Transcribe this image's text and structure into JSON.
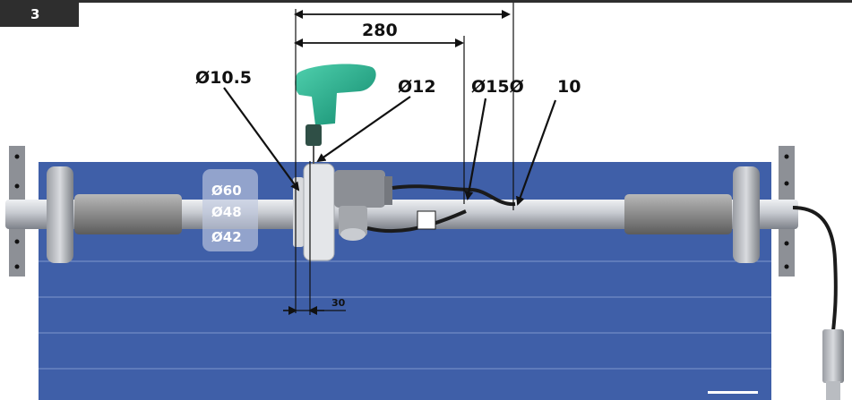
{
  "step_number": "3",
  "dimensions": {
    "length_label": "280",
    "small_offset_label": "30"
  },
  "callouts": {
    "drill_bit_dia": "Ø10.5",
    "hole_dia_12": "Ø12",
    "hole_dia_15": "Ø15Ø",
    "value_10": "10"
  },
  "tube_sizes": [
    "Ø60",
    "Ø48",
    "Ø42"
  ],
  "colors": {
    "panel_blue": "#3f5fa8",
    "tube_grey": "#c9ccd2",
    "drill_green": "#21a98a",
    "badge_dark": "#2e2e2e"
  }
}
